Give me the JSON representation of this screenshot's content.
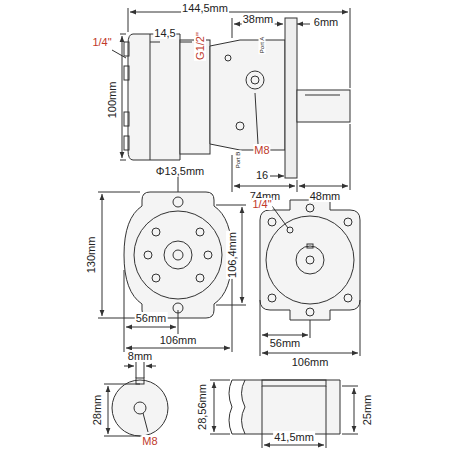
{
  "diagram": {
    "labels": [
      "144,5mm",
      "38mm",
      "6mm",
      "1/4\"",
      "14,5",
      "G1/2\"",
      "Port A",
      "100mm",
      "M8",
      "Port B",
      "16",
      "Φ13,5mm",
      "74mm",
      "48mm",
      "1/4\"",
      "130mm",
      "106,4mm",
      "56mm",
      "56mm",
      "106mm",
      "106mm",
      "8mm",
      "28,56mm",
      "25mm",
      "28mm",
      "M8",
      "41,5mm"
    ]
  }
}
